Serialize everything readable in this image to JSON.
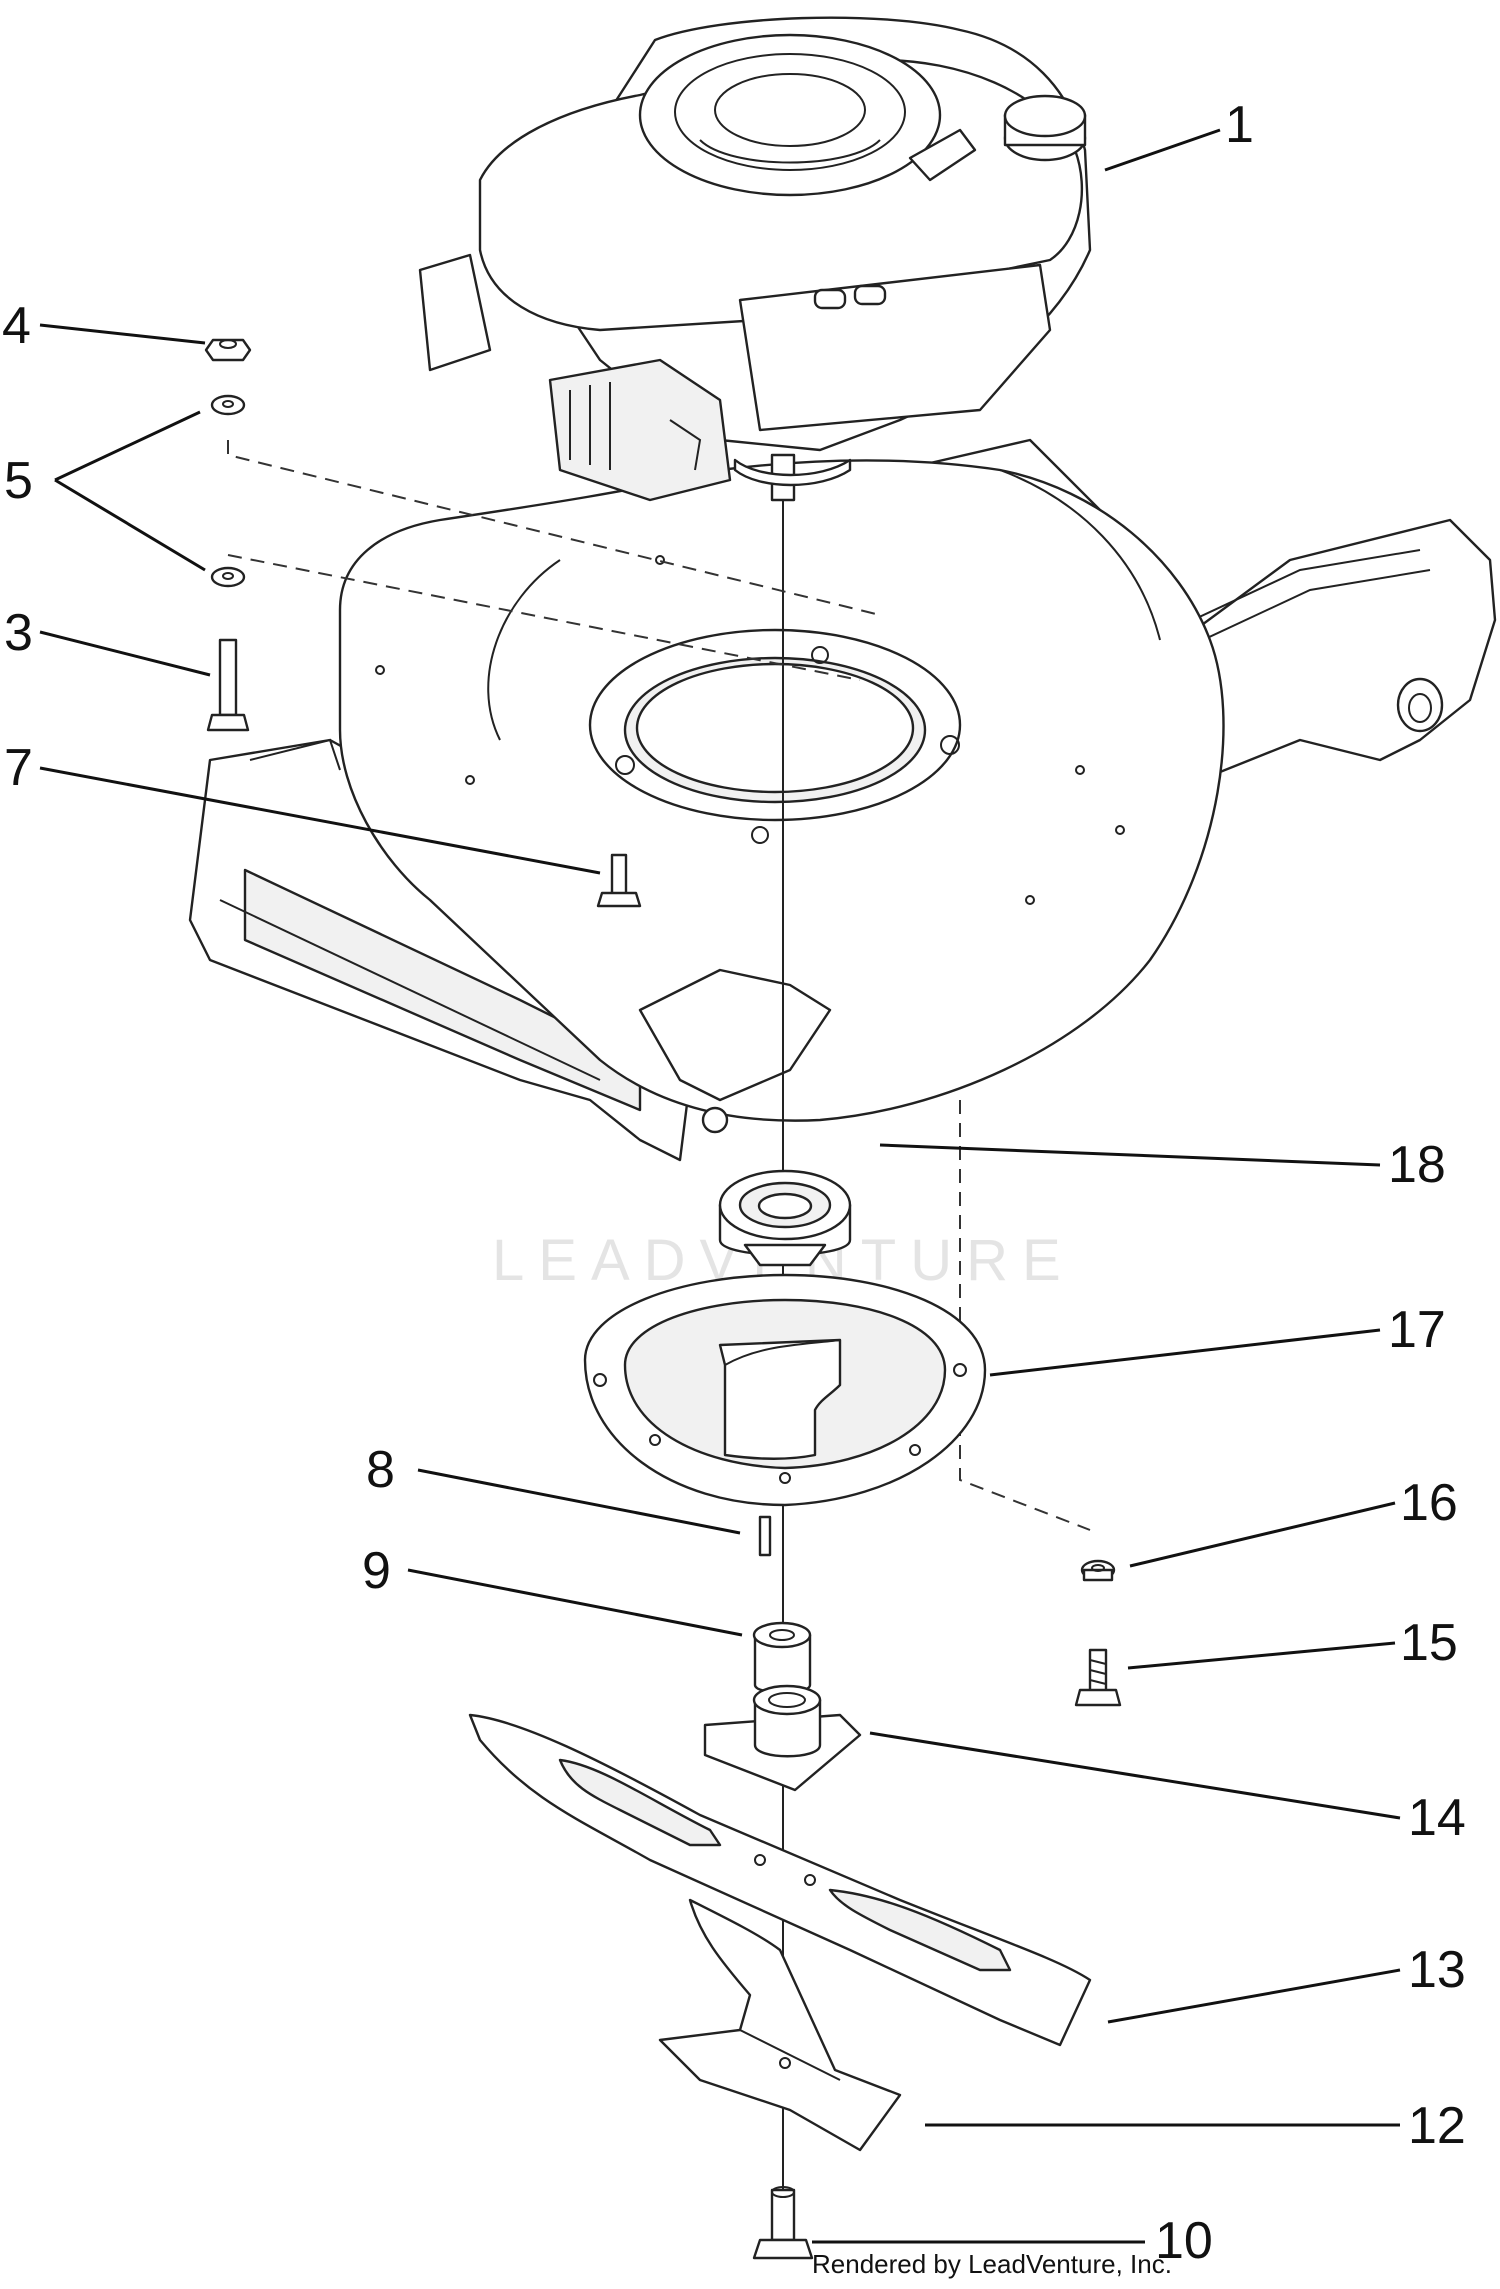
{
  "callouts": [
    {
      "key": "engine",
      "label": "1"
    },
    {
      "key": "nut-top",
      "label": "4"
    },
    {
      "key": "washer",
      "label": "5"
    },
    {
      "key": "bolt-long",
      "label": "3"
    },
    {
      "key": "bolt-deck",
      "label": "7"
    },
    {
      "key": "blade-adapter",
      "label": "18"
    },
    {
      "key": "baffle-plate",
      "label": "17"
    },
    {
      "key": "key-pin",
      "label": "8"
    },
    {
      "key": "spacer",
      "label": "9"
    },
    {
      "key": "nut-side",
      "label": "16"
    },
    {
      "key": "bolt-side",
      "label": "15"
    },
    {
      "key": "blade-hub",
      "label": "14"
    },
    {
      "key": "blade",
      "label": "13"
    },
    {
      "key": "lower-blade",
      "label": "12"
    },
    {
      "key": "blade-bolt",
      "label": "10"
    }
  ],
  "watermark": "LEADVENTURE",
  "credit": "Rendered by LeadVenture, Inc."
}
